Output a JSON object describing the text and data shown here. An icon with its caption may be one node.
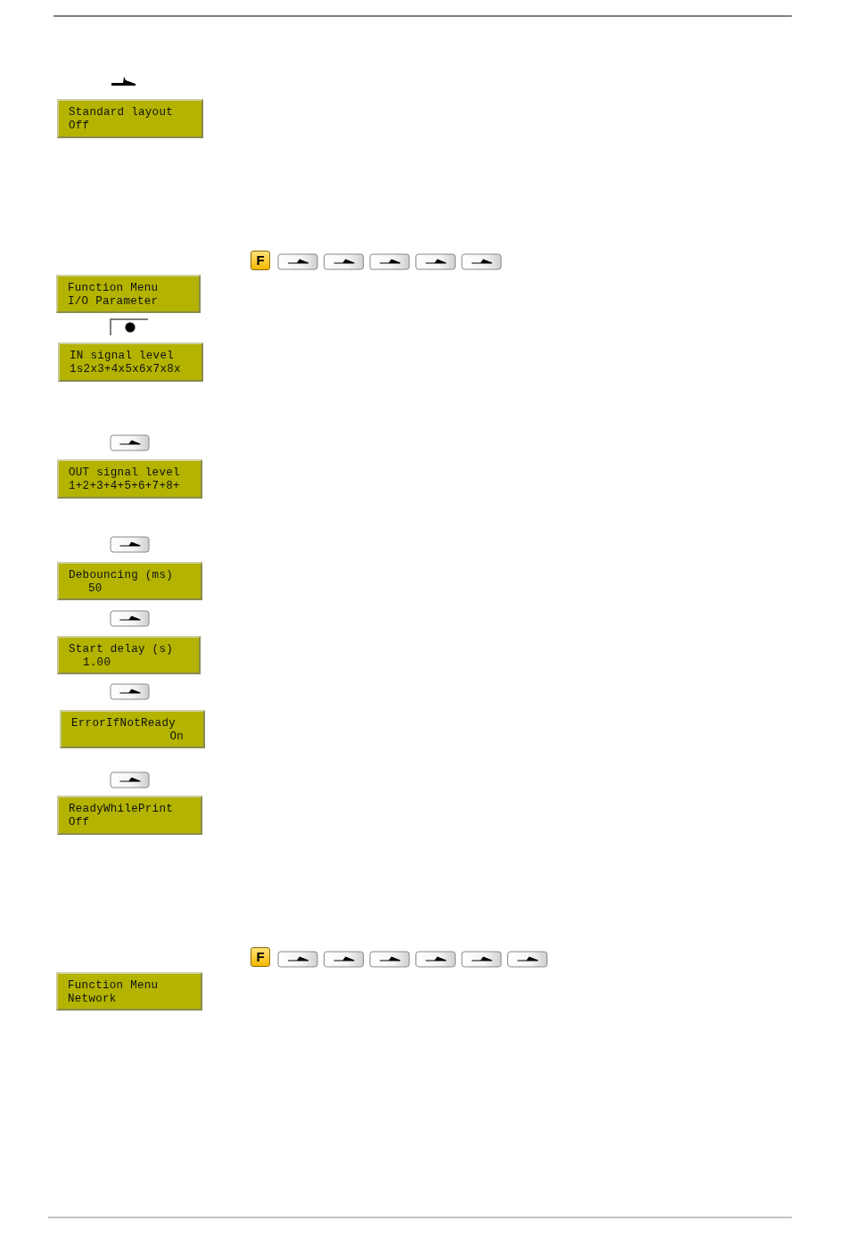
{
  "diagram": {
    "nodes": [
      {
        "text": [
          "Standard layout",
          "Off"
        ]
      },
      {
        "text": [
          "Function Menu",
          "I/O Parameter"
        ]
      },
      {
        "text": [
          "IN signal level",
          "1s2x3+4x5x6x7x8x"
        ]
      },
      {
        "text": [
          "OUT signal level",
          "1+2+3+4+5+6+7+8+"
        ]
      },
      {
        "text": [
          "Debouncing (ms)",
          "50"
        ]
      },
      {
        "text": [
          "Start delay (s)",
          "1.00"
        ]
      },
      {
        "text": [
          "ErrorIfNotReady",
          "On"
        ]
      },
      {
        "text": [
          "ReadyWhilePrint",
          "Off"
        ]
      },
      {
        "text": [
          "Function Menu",
          "Network"
        ]
      }
    ],
    "labels": [
      "F",
      "F"
    ]
  }
}
